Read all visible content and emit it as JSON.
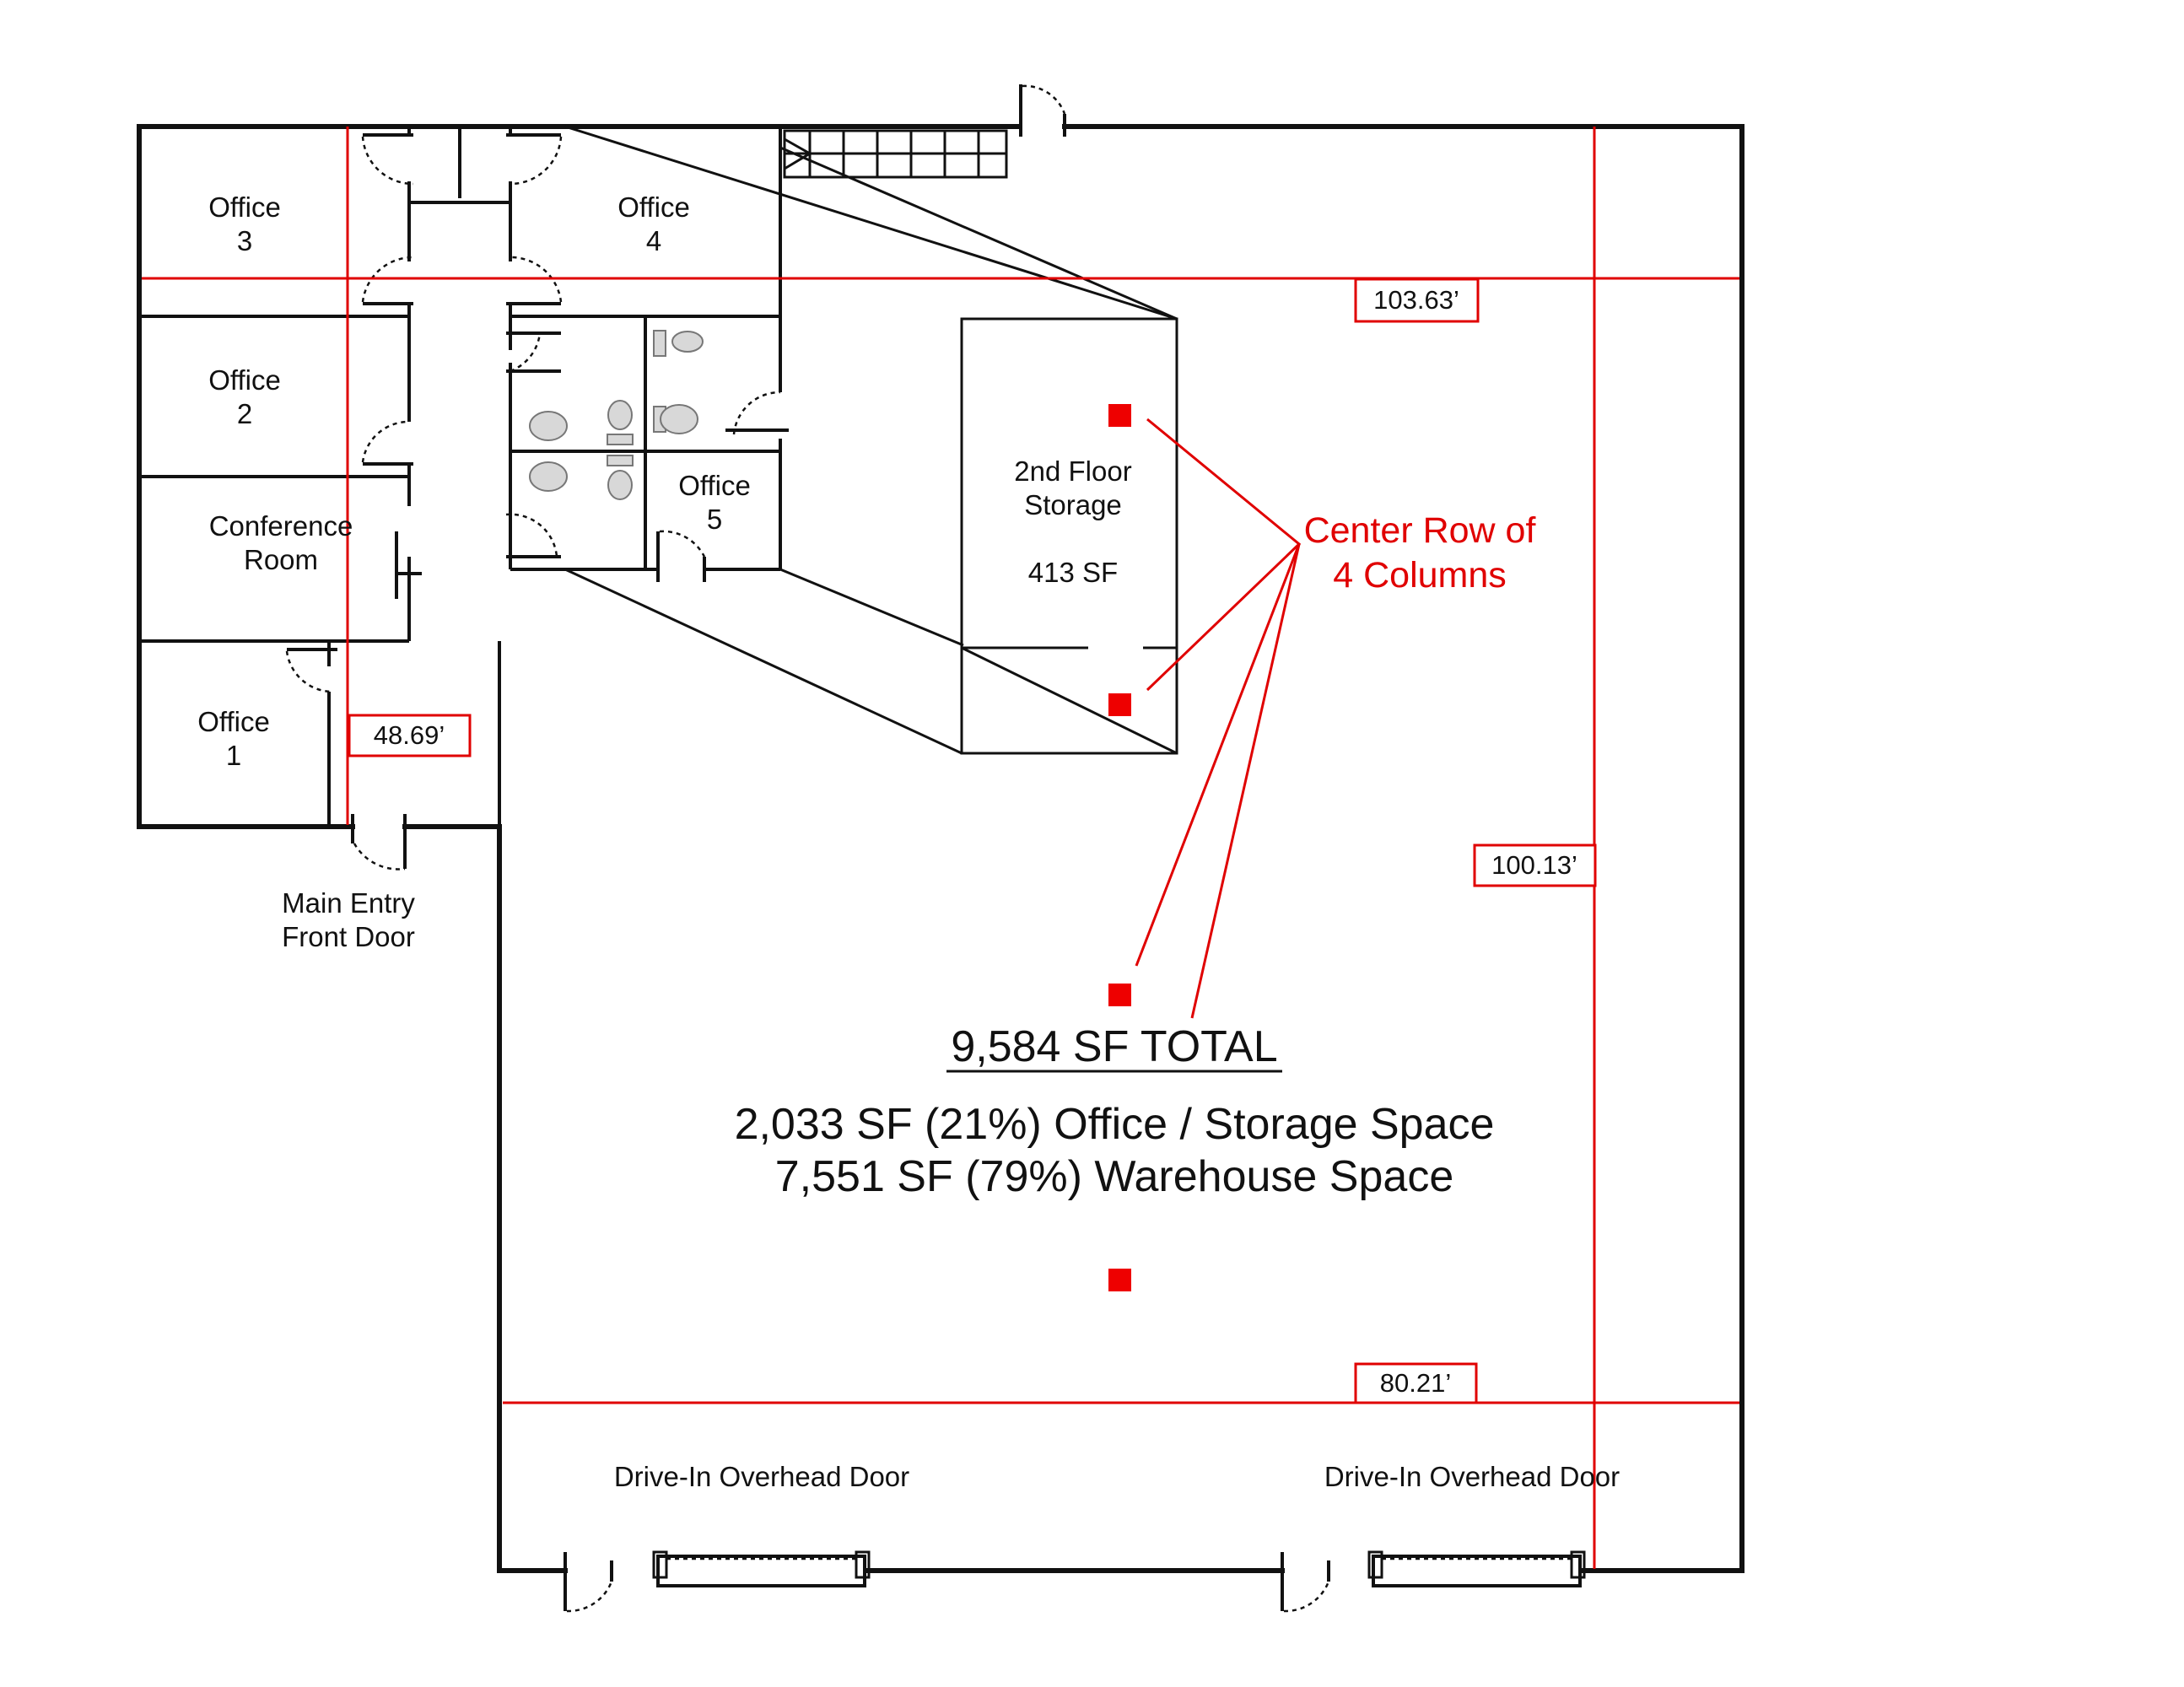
{
  "rooms": {
    "office3": [
      "Office",
      "3"
    ],
    "office4": [
      "Office",
      "4"
    ],
    "office2": [
      "Office",
      "2"
    ],
    "office5": [
      "Office",
      "5"
    ],
    "office1": [
      "Office",
      "1"
    ],
    "conference": [
      "Conference",
      "Room"
    ],
    "storage": [
      "2nd Floor",
      "Storage",
      "413 SF"
    ]
  },
  "entry": [
    "Main Entry",
    "Front Door"
  ],
  "dimensions": {
    "top": "103.63’",
    "left": "48.69’",
    "right": "100.13’",
    "bottom": "80.21’"
  },
  "columns_note": [
    "Center Row of",
    "4 Columns"
  ],
  "summary": {
    "total": "9,584 SF TOTAL",
    "office": "2,033 SF (21%) Office / Storage Space",
    "warehouse": "7,551 SF (79%) Warehouse Space"
  },
  "doors": {
    "overhead_left": "Drive-In Overhead Door",
    "overhead_right": "Drive-In Overhead Door"
  },
  "colors": {
    "annotation": "#e00000",
    "column": "#ee0000",
    "wall": "#111111"
  }
}
